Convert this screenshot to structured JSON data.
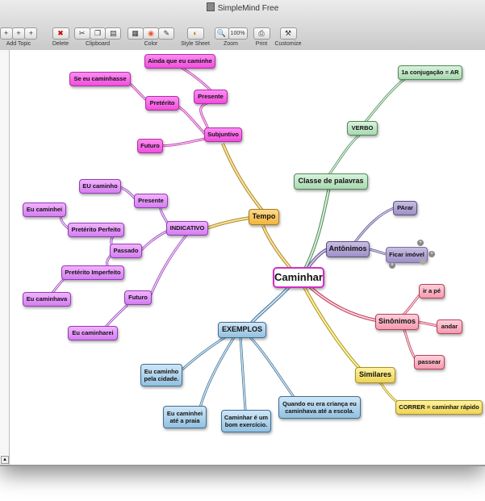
{
  "window": {
    "title": "SimpleMind Free"
  },
  "toolbar": [
    {
      "label": "Add Topic",
      "icons": [
        "+",
        "+",
        "+"
      ]
    },
    {
      "label": "Delete",
      "icons": [
        "✖"
      ]
    },
    {
      "label": "Clipboard",
      "icons": [
        "✂",
        "❐",
        "▤"
      ]
    },
    {
      "label": "Color",
      "icons": [
        "▦",
        "◉",
        "✎"
      ]
    },
    {
      "label": "Style Sheet",
      "icons": [
        "◐"
      ]
    },
    {
      "label": "Zoom",
      "icons": [
        "100%"
      ]
    },
    {
      "label": "Print",
      "icons": [
        "⎙"
      ]
    },
    {
      "label": "Customize",
      "icons": [
        "⚒"
      ]
    }
  ],
  "mindmap": {
    "center": "Caminhar",
    "tempo": {
      "label": "Tempo",
      "subjuntivo": "Subjuntivo",
      "subjuntivo_presente": "Presente",
      "subjuntivo_presente_ex": "Ainda que eu caminhe",
      "subjuntivo_preterito": "Pretérito",
      "subjuntivo_preterito_ex": "Se eu caminhasse",
      "subjuntivo_futuro": "Futuro",
      "indicativo": "INDICATIVO",
      "ind_presente": "Presente",
      "ind_presente_ex": "EU caminho",
      "ind_passado": "Passado",
      "ind_perfeito": "Pretérito Perfeito",
      "ind_perfeito_ex": "Eu caminhei",
      "ind_imperfeito": "Pretérito Imperfeito",
      "ind_imperfeito_ex": "Eu caminhava",
      "ind_futuro": "Futuro",
      "ind_futuro_ex": "Eu caminharei"
    },
    "classe": {
      "label": "Classe de palavras",
      "verbo": "VERBO",
      "conjugacao": "1a conjugação = AR"
    },
    "antonimos": {
      "label": "Antônimos",
      "parar": "PArar",
      "ficar": "Ficar imóvel"
    },
    "sinonimos": {
      "label": "Sinônimos",
      "ir": "ir a pé",
      "andar": "andar",
      "passear": "passear"
    },
    "similares": {
      "label": "Similares",
      "correr": "CORRER = caminhar rápido"
    },
    "exemplos": {
      "label": "EXEMPLOS",
      "ex1": "Eu caminho pela cidade.",
      "ex2": "Eu caminhei até a praia",
      "ex3": "Caminhar é um bom exercício.",
      "ex4": "Quando eu era criança eu caminhava até a escola."
    }
  }
}
